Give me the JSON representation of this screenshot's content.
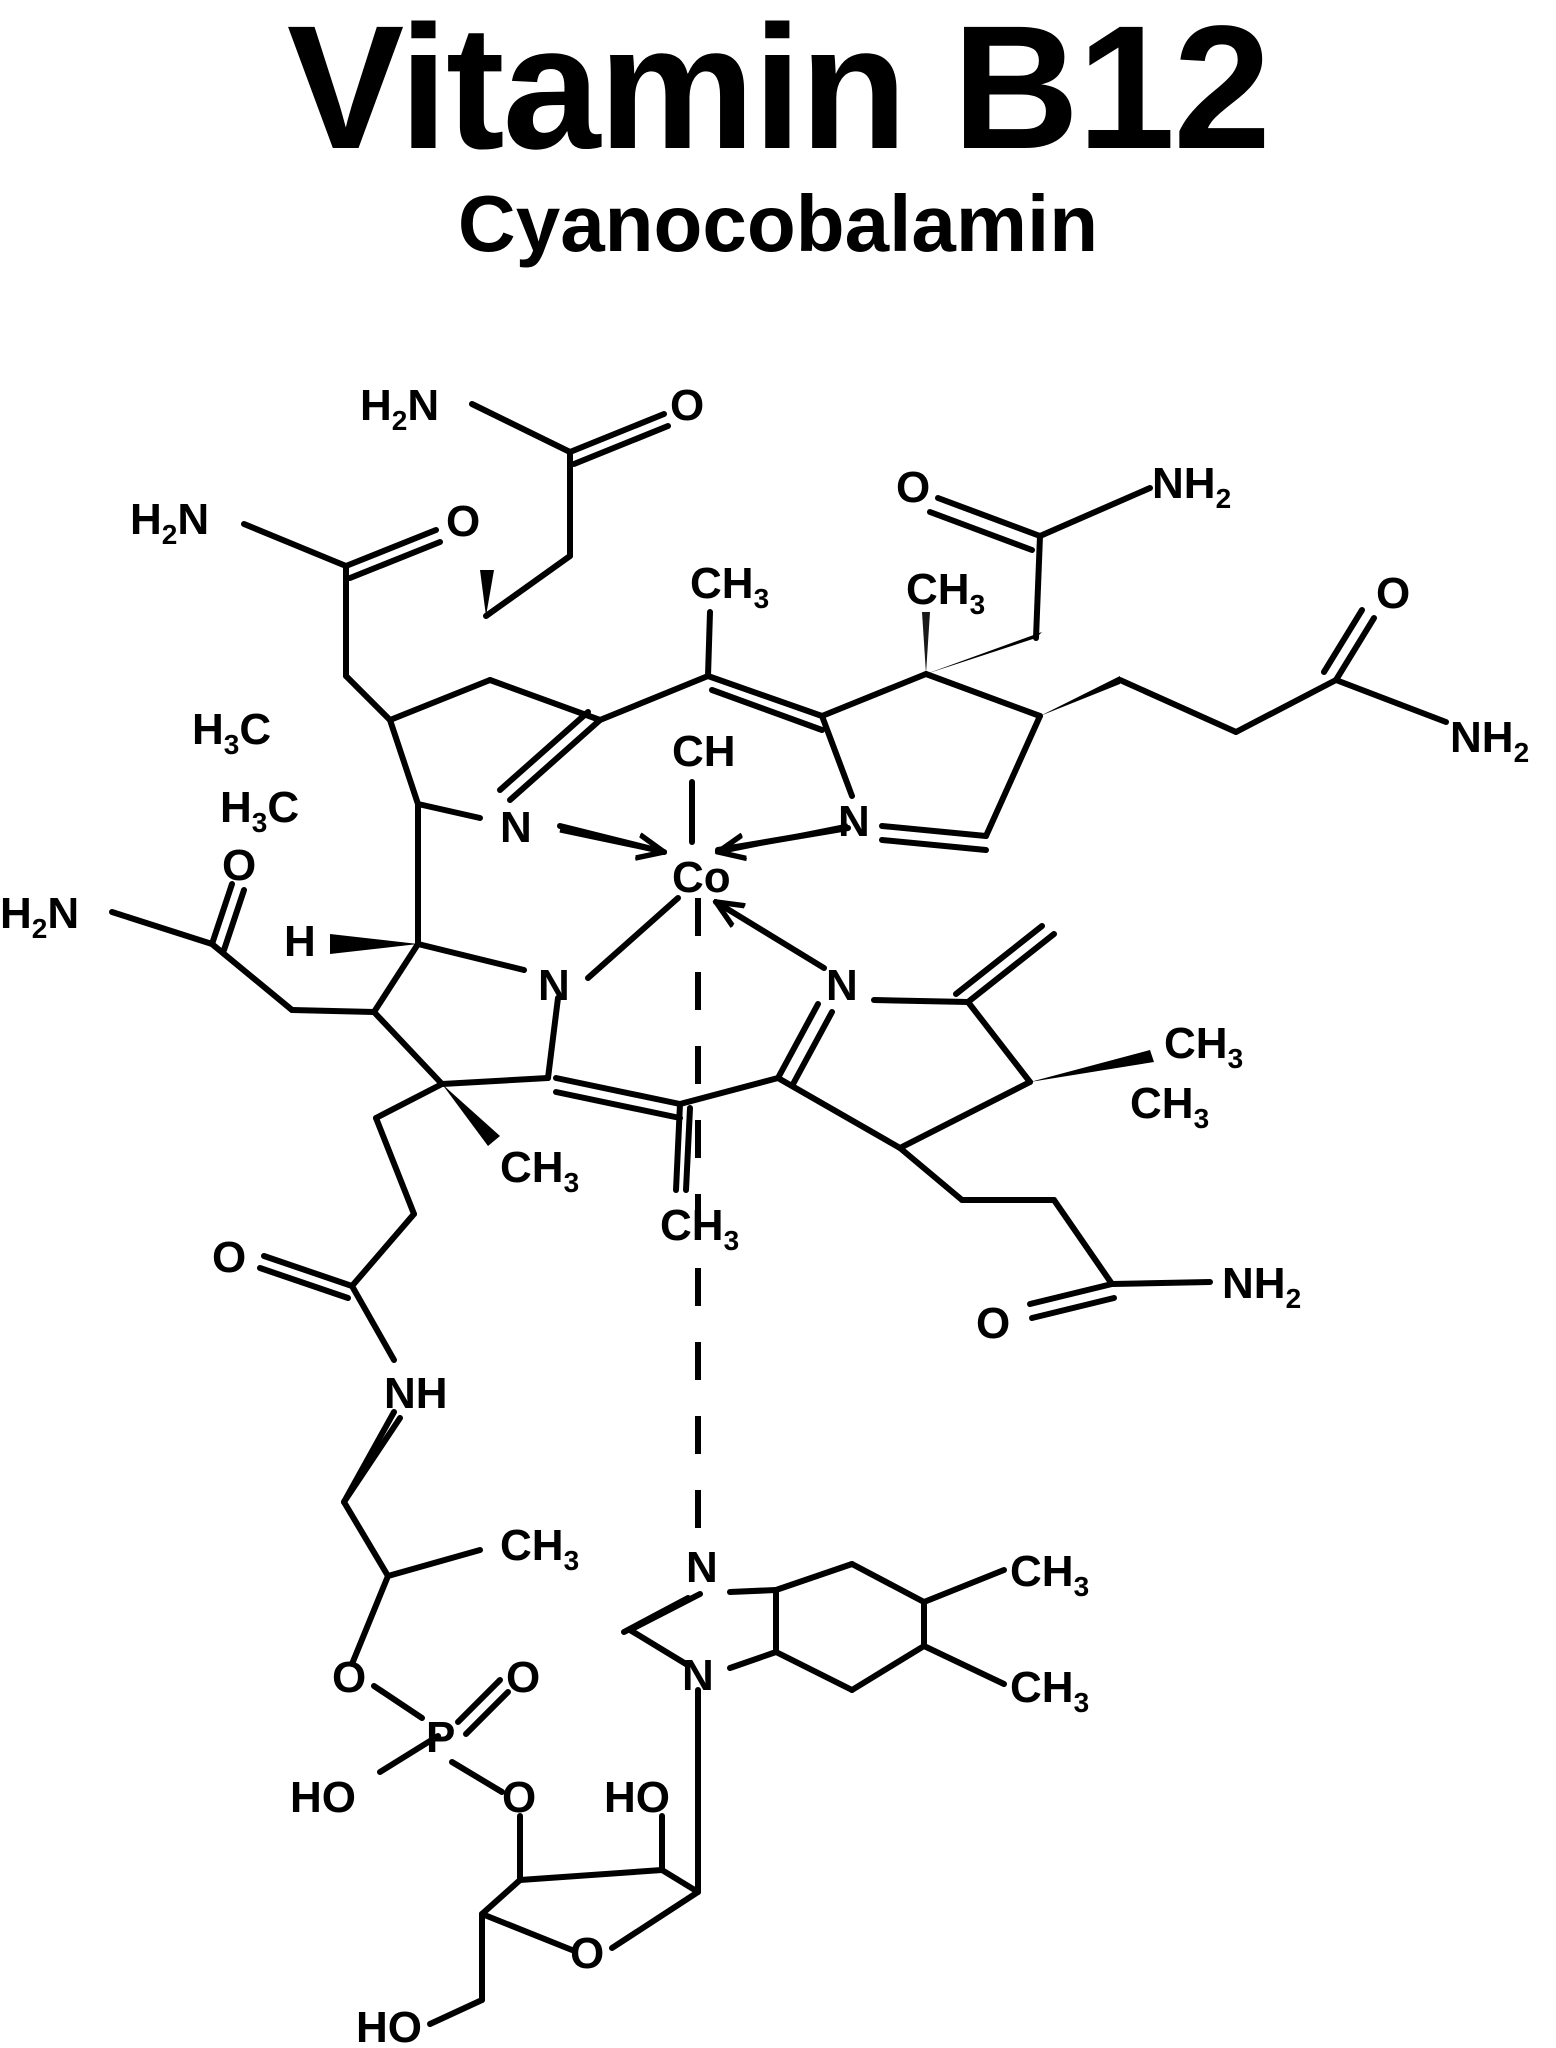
{
  "title": "Vitamin B12",
  "subtitle": "Cyanocobalamin",
  "colors": {
    "ink": "#000000",
    "background": "#ffffff"
  },
  "atoms": {
    "h2n_top": "H",
    "h2n_top_sub": "2",
    "h2n_top_n": "N",
    "o_top": "O",
    "h2n_left": "H",
    "h2n_left_sub": "2",
    "h2n_left_n": "N",
    "o_left": "O",
    "o_right1": "O",
    "nh2_right1": "NH",
    "nh2_right1_sub": "2",
    "ch3_top_mid": "CH",
    "ch3_top_mid_sub": "3",
    "ch3_top_right": "CH",
    "ch3_top_right_sub": "3",
    "o_far_right": "O",
    "nh2_far_right": "NH",
    "nh2_far_right_sub": "2",
    "h3c_1": "H",
    "h3c_1_sub": "3",
    "h3c_1_c": "C",
    "h3c_2": "H",
    "h3c_2_sub": "3",
    "h3c_2_c": "C",
    "cn_label": "CH",
    "co_label": "Co",
    "n_tl": "N",
    "n_tr": "N",
    "n_bl": "N",
    "n_br": "N",
    "h2n_mid": "H",
    "h2n_mid_sub": "2",
    "h2n_mid_n": "N",
    "o_mid": "O",
    "h_label": "H",
    "ch3_r1": "CH",
    "ch3_r1_sub": "3",
    "ch3_r2": "CH",
    "ch3_r2_sub": "3",
    "ch3_bl": "CH",
    "ch3_bl_sub": "3",
    "ch3_bm": "CH",
    "ch3_bm_sub": "3",
    "o_bl": "O",
    "o_br": "O",
    "nh2_br": "NH",
    "nh2_br_sub": "2",
    "nh_label": "NH",
    "ch3_chain": "CH",
    "ch3_chain_sub": "3",
    "n_bz1": "N",
    "n_bz2": "N",
    "ch3_bz1": "CH",
    "ch3_bz1_sub": "3",
    "ch3_bz2": "CH",
    "ch3_bz2_sub": "3",
    "o_p1": "O",
    "o_p2": "O",
    "p_label": "P",
    "ho_p": "HO",
    "o_p3": "O",
    "ho_sugar": "HO",
    "o_ring": "O",
    "ho_bottom": "HO"
  }
}
